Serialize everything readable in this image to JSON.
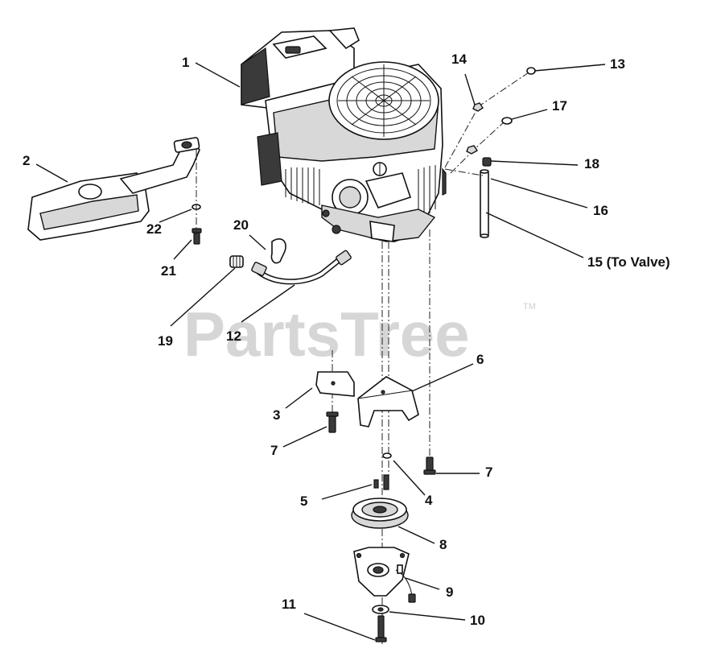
{
  "watermark": {
    "text": "PartsTree",
    "tm": "TM"
  },
  "callouts": {
    "c1": "1",
    "c2": "2",
    "c3": "3",
    "c4": "4",
    "c5": "5",
    "c6": "6",
    "c7a": "7",
    "c7b": "7",
    "c8": "8",
    "c9": "9",
    "c10": "10",
    "c11": "11",
    "c12": "12",
    "c13": "13",
    "c14": "14",
    "c15": "15 (To Valve)",
    "c16": "16",
    "c17": "17",
    "c18": "18",
    "c19": "19",
    "c20": "20",
    "c21": "21",
    "c22": "22"
  },
  "parts": {
    "p1": "engine",
    "p2": "muffler",
    "p3": "bracket",
    "p4": "washer",
    "p5": "key",
    "p6": "pto-guard",
    "p7": "bolt",
    "p8": "pulley",
    "p9": "electric-clutch",
    "p10": "washer",
    "p11": "bolt",
    "p12": "oil-drain-hose",
    "p13": "hose-clamp",
    "p14": "nut",
    "p15": "hose",
    "p16": "fitting",
    "p17": "clamp",
    "p18": "nut",
    "p19": "cap",
    "p20": "clip",
    "p21": "bolt",
    "p22": "washer"
  }
}
